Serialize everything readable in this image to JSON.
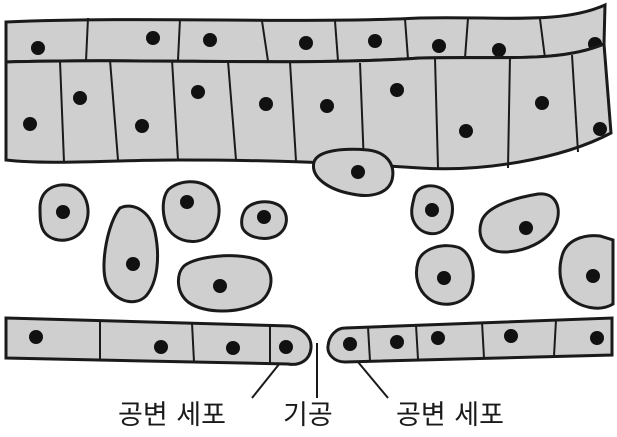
{
  "labels": {
    "guard_cell_left": "공변 세포",
    "stoma": "기공",
    "guard_cell_right": "공변 세포"
  },
  "colors": {
    "cell_fill": "#cfcfcf",
    "outline": "#1a1a1a",
    "nucleus": "#111111",
    "background": "#ffffff"
  }
}
